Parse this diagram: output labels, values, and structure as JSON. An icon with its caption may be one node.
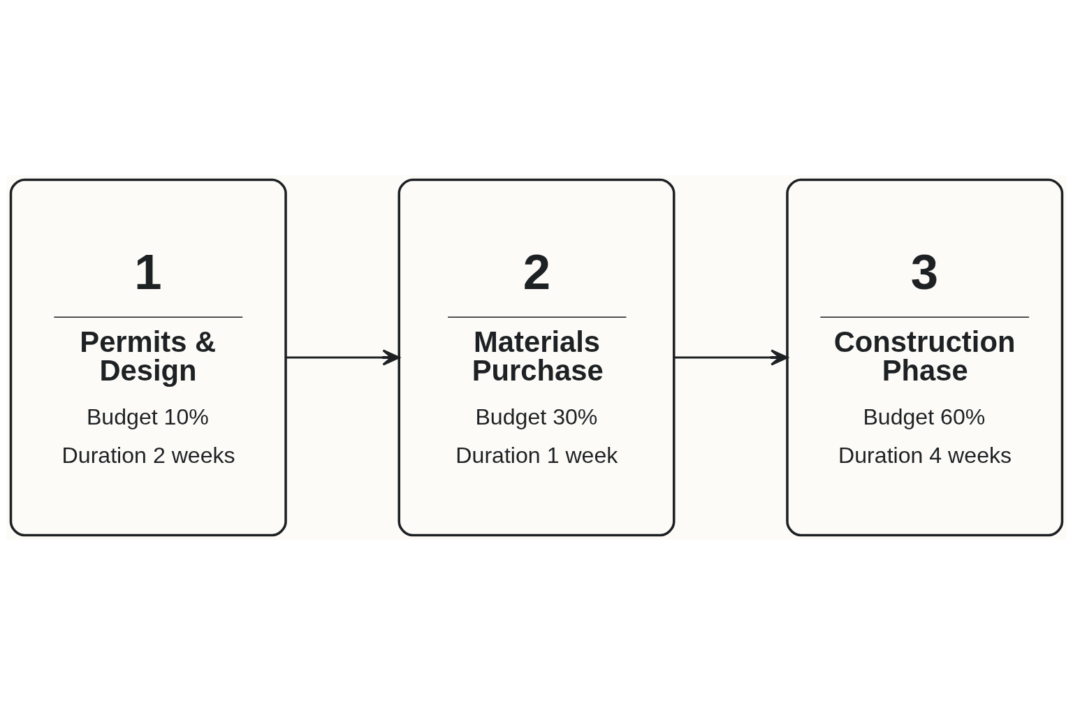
{
  "diagram": {
    "nodes": [
      {
        "text": [
          "1",
          "Permits & Design",
          "Budget 10%",
          "Duration 2 weeks"
        ]
      },
      {
        "text": [
          "2",
          "Materials Purchase",
          "Budget 30%",
          "Duration 1 week"
        ]
      },
      {
        "text": [
          "3",
          "Construction Phase",
          "Budget 60%",
          "Duration 4 weeks"
        ]
      }
    ],
    "edges": [
      {
        "from": 0,
        "to": 1,
        "arrow": "to"
      },
      {
        "from": 1,
        "to": 2,
        "arrow": "to"
      }
    ]
  }
}
